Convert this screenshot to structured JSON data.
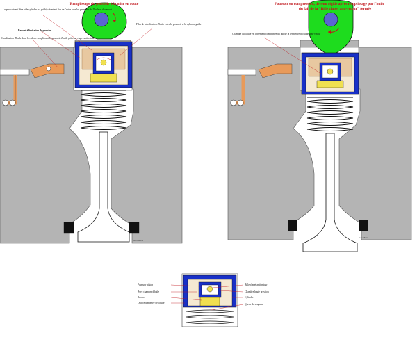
{
  "left_panel": {
    "title": "Remplissage du poussoir à la mise en route",
    "labels": {
      "gap": "Le poussoir est libre et le cylindre est guidé, s'écartant l'un de l'autre sous les pressions de l'huile et du ressort",
      "spring": "Ressort à limitation de pression",
      "channel": "Canalisation d'huile dans la culasse remplissant le poussoir d'huile grâce au clapet anti-retour",
      "film": "Film de lubrification d'huile entre le poussoir et le cylindre guide"
    },
    "signature": "Jean-Michel"
  },
  "right_panel": {
    "title_line1": "Poussoir en compression, devenu rigide après remplissage par l'huile",
    "title_line2": "du fait de la \"Bille clapet anti-retour\" fermée",
    "labels": {
      "chamber": "Chambre où l'huile est fortement comprimée du fait de la fermeture du clapet anti-retour"
    },
    "signature": "Jean-Michel"
  },
  "detail": {
    "left_labels": [
      "Poussoir piston",
      "Avec chambre d'huile",
      "Ressort",
      "Orifice d'amenée de l'huile"
    ],
    "right_labels": [
      "Bille clapet anti-retour",
      "Chambre haute pression",
      "Cylindre",
      "Queue de soupape"
    ]
  },
  "colors": {
    "engine_gray": "#b4b4b4",
    "cam_green": "#1edc1e",
    "cam_core": "#5a66d2",
    "tappet_blue": "#1830c8",
    "oil_yellow": "#f0e050",
    "oil_orange": "#e89a5a",
    "title_red": "#c0141a"
  }
}
